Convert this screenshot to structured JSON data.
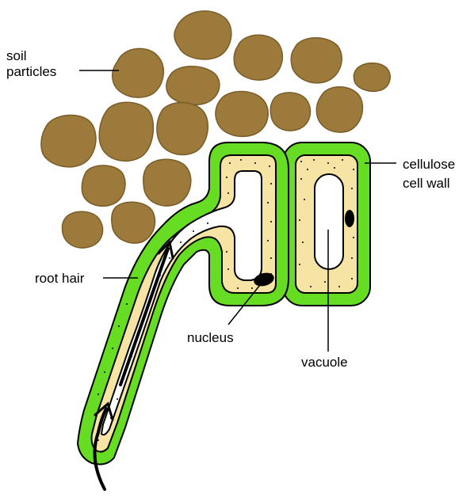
{
  "colors": {
    "soil": "#9c7a3c",
    "cell_wall": "#66dd22",
    "cytoplasm": "#f5e4a4",
    "vacuole": "#ffffff",
    "outline": "#000000",
    "nucleus": "#000000"
  },
  "labels": {
    "soil_line1": "soil",
    "soil_line2": "particles",
    "root_hair": "root hair",
    "nucleus": "nucleus",
    "vacuole": "vacuole",
    "cellulose_line1": "cellulose",
    "cellulose_line2": "cell wall"
  }
}
